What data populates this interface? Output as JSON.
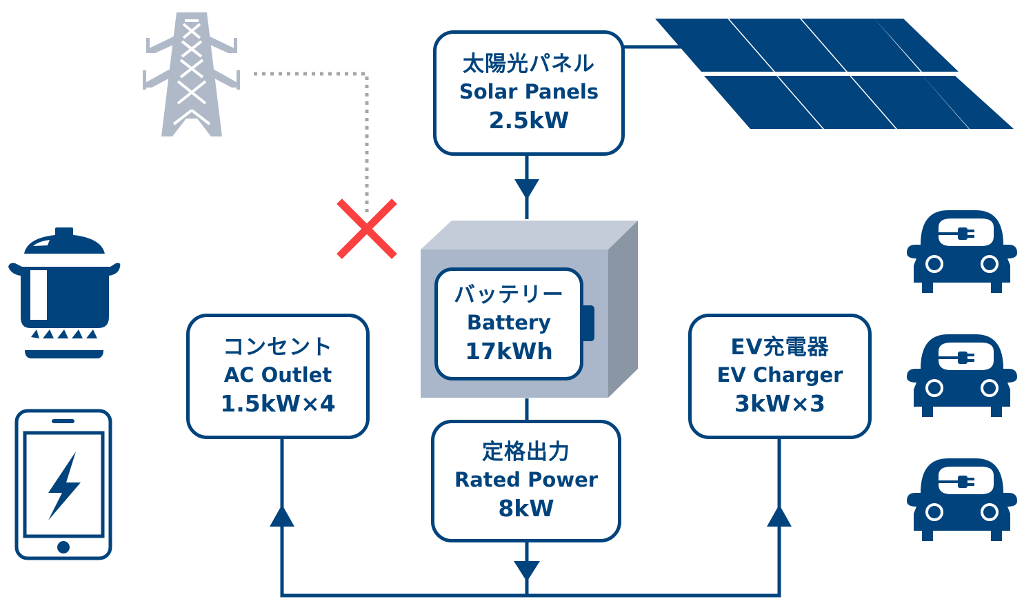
{
  "colors": {
    "primary": "#01437c",
    "grid_tower": "#b0b9c8",
    "dotted_line": "#a6a6a6",
    "cross": "#fa4040",
    "battery_front": "#aab6c9",
    "battery_top": "#c3ccd8",
    "battery_side": "#8a96a4"
  },
  "solar": {
    "ja": "太陽光パネル",
    "en": "Solar Panels",
    "value": "2.5kW"
  },
  "battery": {
    "ja": "バッテリー",
    "en": "Battery",
    "value": "17kWh"
  },
  "rated_power": {
    "ja": "定格出力",
    "en": "Rated Power",
    "value": "8kW"
  },
  "ac_outlet": {
    "ja": "コンセント",
    "en": "AC Outlet",
    "value": "1.5kW×4"
  },
  "ev_charger": {
    "ja": "EV充電器",
    "en": "EV Charger",
    "value": "3kW×3"
  },
  "grid": {
    "connected": false
  }
}
